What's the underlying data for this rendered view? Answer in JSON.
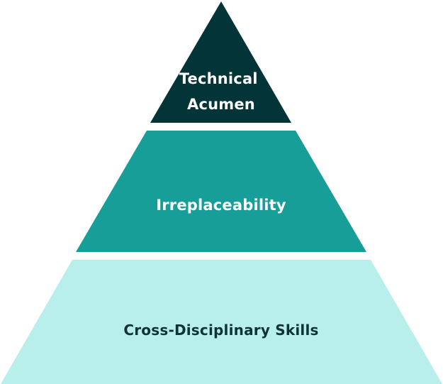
{
  "pyramid": {
    "tiers": [
      {
        "lines": [
          "Technical",
          "Acumen"
        ],
        "color": "#033538",
        "text_color": "#ffffff"
      },
      {
        "lines": [
          "Irreplaceability"
        ],
        "color": "#179e99",
        "text_color": "#ffffff"
      },
      {
        "lines": [
          "Cross-Disciplinary Skills"
        ],
        "color": "#b8efeb",
        "text_color": "#0d3336"
      }
    ]
  }
}
